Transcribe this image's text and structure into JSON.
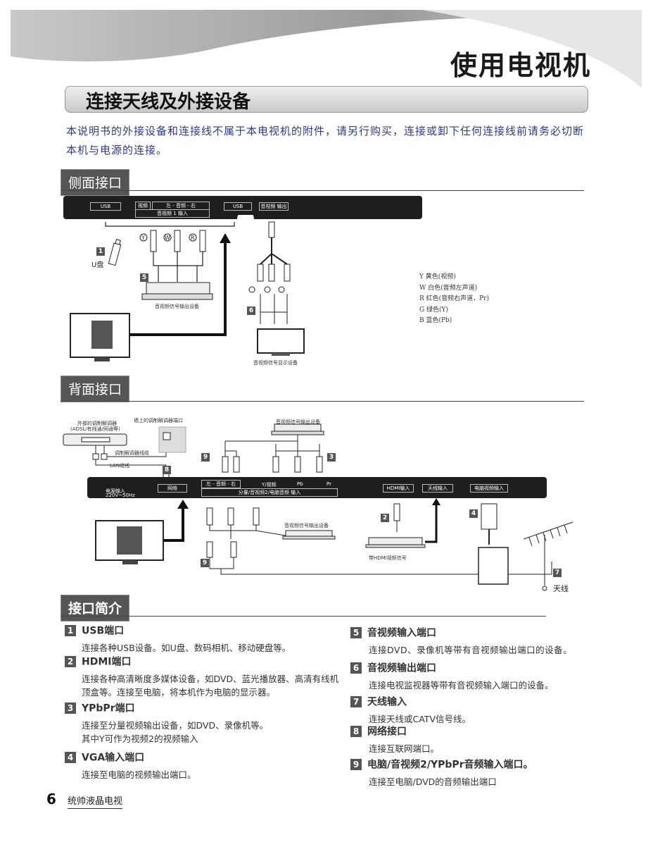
{
  "header": {
    "page_title": "使用电视机"
  },
  "section": {
    "title": "连接天线及外接设备",
    "intro": "本说明书的外接设备和连接线不属于本电视机的附件，请另行购买，连接或卸下任何连接线前请务必切断本机与电源的连接。"
  },
  "side": {
    "heading": "侧面接口",
    "ports": {
      "usb1": "USB",
      "video": "视频",
      "audio_lr": "左 - 音频 - 右",
      "av1_in": "音视频 1 输入",
      "usb2": "USB",
      "av_out": "音视频 输出"
    },
    "labels": {
      "udisk": "U盘",
      "av_out_device": "音视频信号输出设备",
      "display_device": "音视频信号显示设备",
      "jack_y": "Y",
      "jack_w": "W",
      "jack_r": "R"
    },
    "legend": [
      "Y 黄色(视频)",
      "W 白色(音频左声道)",
      "R 红色(音频右声道，Pr)",
      "G 绿色(Y)",
      "B 蓝色(Pb)"
    ]
  },
  "back": {
    "heading": "背面接口",
    "labels": {
      "ext_modem": "外部的调制解调器",
      "ext_modem_sub": "(ADSL/有线通/网通等)",
      "wall_port": "墙上的调制解调器端口",
      "modem_cable": "调制解调器线缆",
      "lan_cable": "LAN缆线",
      "av_out_device_top": "音视频信号输出设备",
      "av_out_device_mid": "音视频信号输出设备",
      "hdmi_device": "带HDMI视频信号",
      "antenna": "天线"
    },
    "ports": {
      "power": "电源输入",
      "power_sub": "220V~50Hz",
      "network": "网络",
      "audio_lr": "左 - 音频 - 右",
      "y_video": "Y/视频",
      "pb": "Pb",
      "pr": "Pr",
      "component_in": "分量/音视频2/电脑音频 输入",
      "hdmi": "HDMI输入",
      "antenna_in": "天线输入",
      "pc_in": "电脑视频输入"
    }
  },
  "intro_section": {
    "heading": "接口简介",
    "items": [
      {
        "num": "1",
        "title": "USB端口",
        "desc": "连接各种USB设备。如U盘、数码相机、移动硬盘等。"
      },
      {
        "num": "2",
        "title": "HDMI端口",
        "desc": "连接各种高清晰度多媒体设备，如DVD、蓝光播放器、高清有线机顶盒等。连接至电脑，将本机作为电脑的显示器。"
      },
      {
        "num": "3",
        "title": "YPbPr端口",
        "desc": "连接至分量视频输出设备，如DVD、录像机等。",
        "desc2": "其中Y可作为视频2的视频输入"
      },
      {
        "num": "4",
        "title": "VGA输入端口",
        "desc": "连接至电脑的视频输出端口。"
      },
      {
        "num": "5",
        "title": "音视频输入端口",
        "desc": "连接DVD、录像机等带有音视频输出端口的设备。"
      },
      {
        "num": "6",
        "title": "音视频输出端口",
        "desc": "连接电视监视器等带有音视频输入端口的设备。"
      },
      {
        "num": "7",
        "title": "天线输入",
        "desc": "连接天线或CATV信号线。"
      },
      {
        "num": "8",
        "title": "网络接口",
        "desc": "连接互联网端口。"
      },
      {
        "num": "9",
        "title": "电脑/音视频2/YPbPr音频输入端口。",
        "desc": "连接至电脑/DVD的音频输出端口"
      }
    ]
  },
  "footer": {
    "page_number": "6",
    "brand": "统帅液晶电视"
  }
}
